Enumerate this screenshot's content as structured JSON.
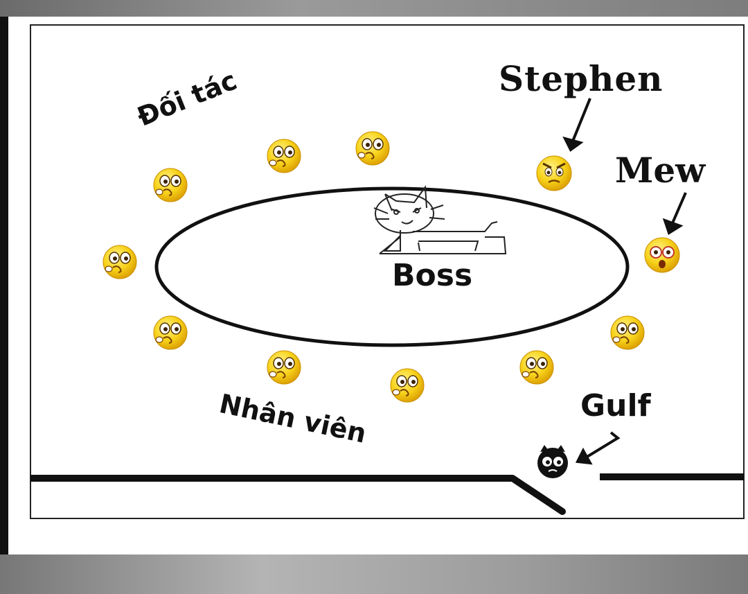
{
  "labels": {
    "doi_tac": "Đối tác",
    "stephen": "Stephen",
    "mew": "Mew",
    "boss": "Boss",
    "nhan_vien": "Nhân viên",
    "gulf": "Gulf"
  },
  "icons": {
    "partner_face": "yellow-smiley-face-icon",
    "stephen_face": "angry-yellow-face-icon",
    "mew_face": "shocked-yellow-face-icon",
    "boss_figure": "cat-doodle-icon",
    "gulf_face": "black-cat-face-icon"
  },
  "colors": {
    "emoji_yellow": "#f4c20d",
    "ink": "#111111",
    "paper": "#ffffff"
  }
}
